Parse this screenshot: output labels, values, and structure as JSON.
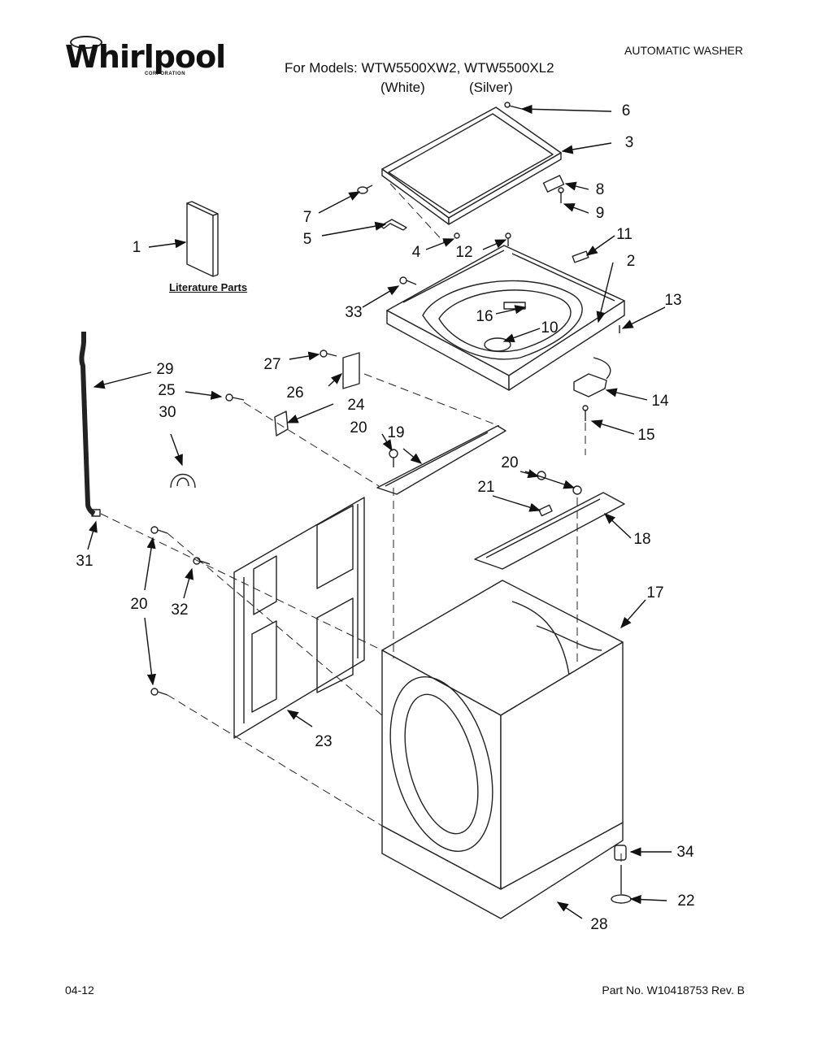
{
  "header": {
    "brand": "Whirlpool",
    "brand_sub": "CORPORATION",
    "doc_type": "AUTOMATIC WASHER",
    "models_line": "For Models: WTW5500XW2, WTW5500XL2",
    "color_white": "(White)",
    "color_silver": "(Silver)"
  },
  "literature_label": "Literature Parts",
  "callouts": {
    "n1": "1",
    "n2": "2",
    "n3": "3",
    "n4": "4",
    "n5": "5",
    "n6": "6",
    "n7": "7",
    "n8": "8",
    "n9": "9",
    "n10": "10",
    "n11": "11",
    "n12": "12",
    "n13": "13",
    "n14": "14",
    "n15": "15",
    "n16": "16",
    "n17": "17",
    "n18": "18",
    "n19": "19",
    "n20": "20",
    "n21": "21",
    "n22": "22",
    "n23": "23",
    "n24": "24",
    "n25": "25",
    "n26": "26",
    "n27": "27",
    "n28": "28",
    "n29": "29",
    "n30": "30",
    "n31": "31",
    "n32": "32",
    "n33": "33",
    "n34": "34"
  },
  "footer": {
    "date": "04-12",
    "part_no": "Part No. W10418753 Rev. B"
  }
}
